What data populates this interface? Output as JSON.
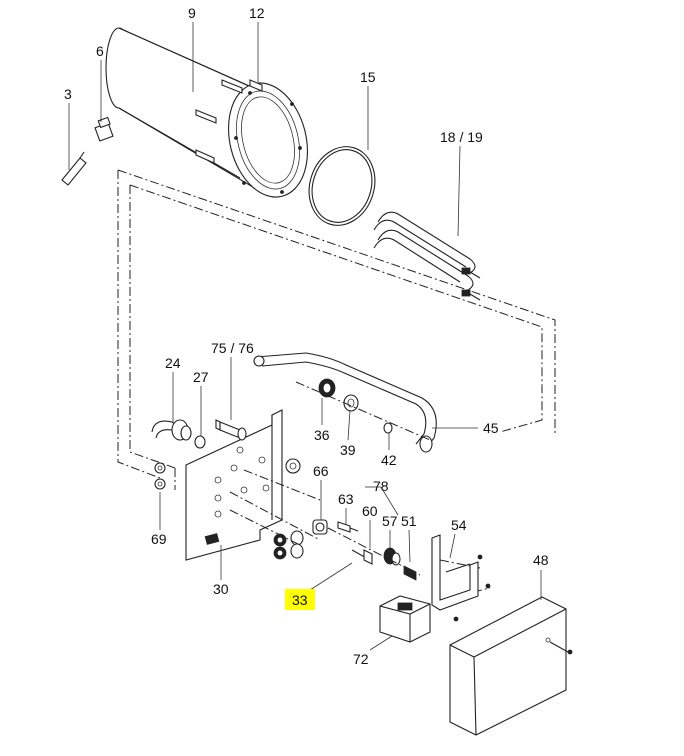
{
  "callouts": {
    "c3": "3",
    "c6": "6",
    "c9": "9",
    "c12": "12",
    "c15": "15",
    "c18_19": "18 / 19",
    "c24": "24",
    "c27": "27",
    "c75_76": "75 / 76",
    "c36": "36",
    "c39": "39",
    "c42": "42",
    "c45": "45",
    "c66": "66",
    "c63": "63",
    "c78": "78",
    "c60": "60",
    "c57": "57",
    "c51": "51",
    "c54": "54",
    "c48": "48",
    "c69": "69",
    "c30": "30",
    "c33": "33",
    "c72": "72"
  },
  "highlight": {
    "label": "33",
    "color": "#ffff00"
  }
}
